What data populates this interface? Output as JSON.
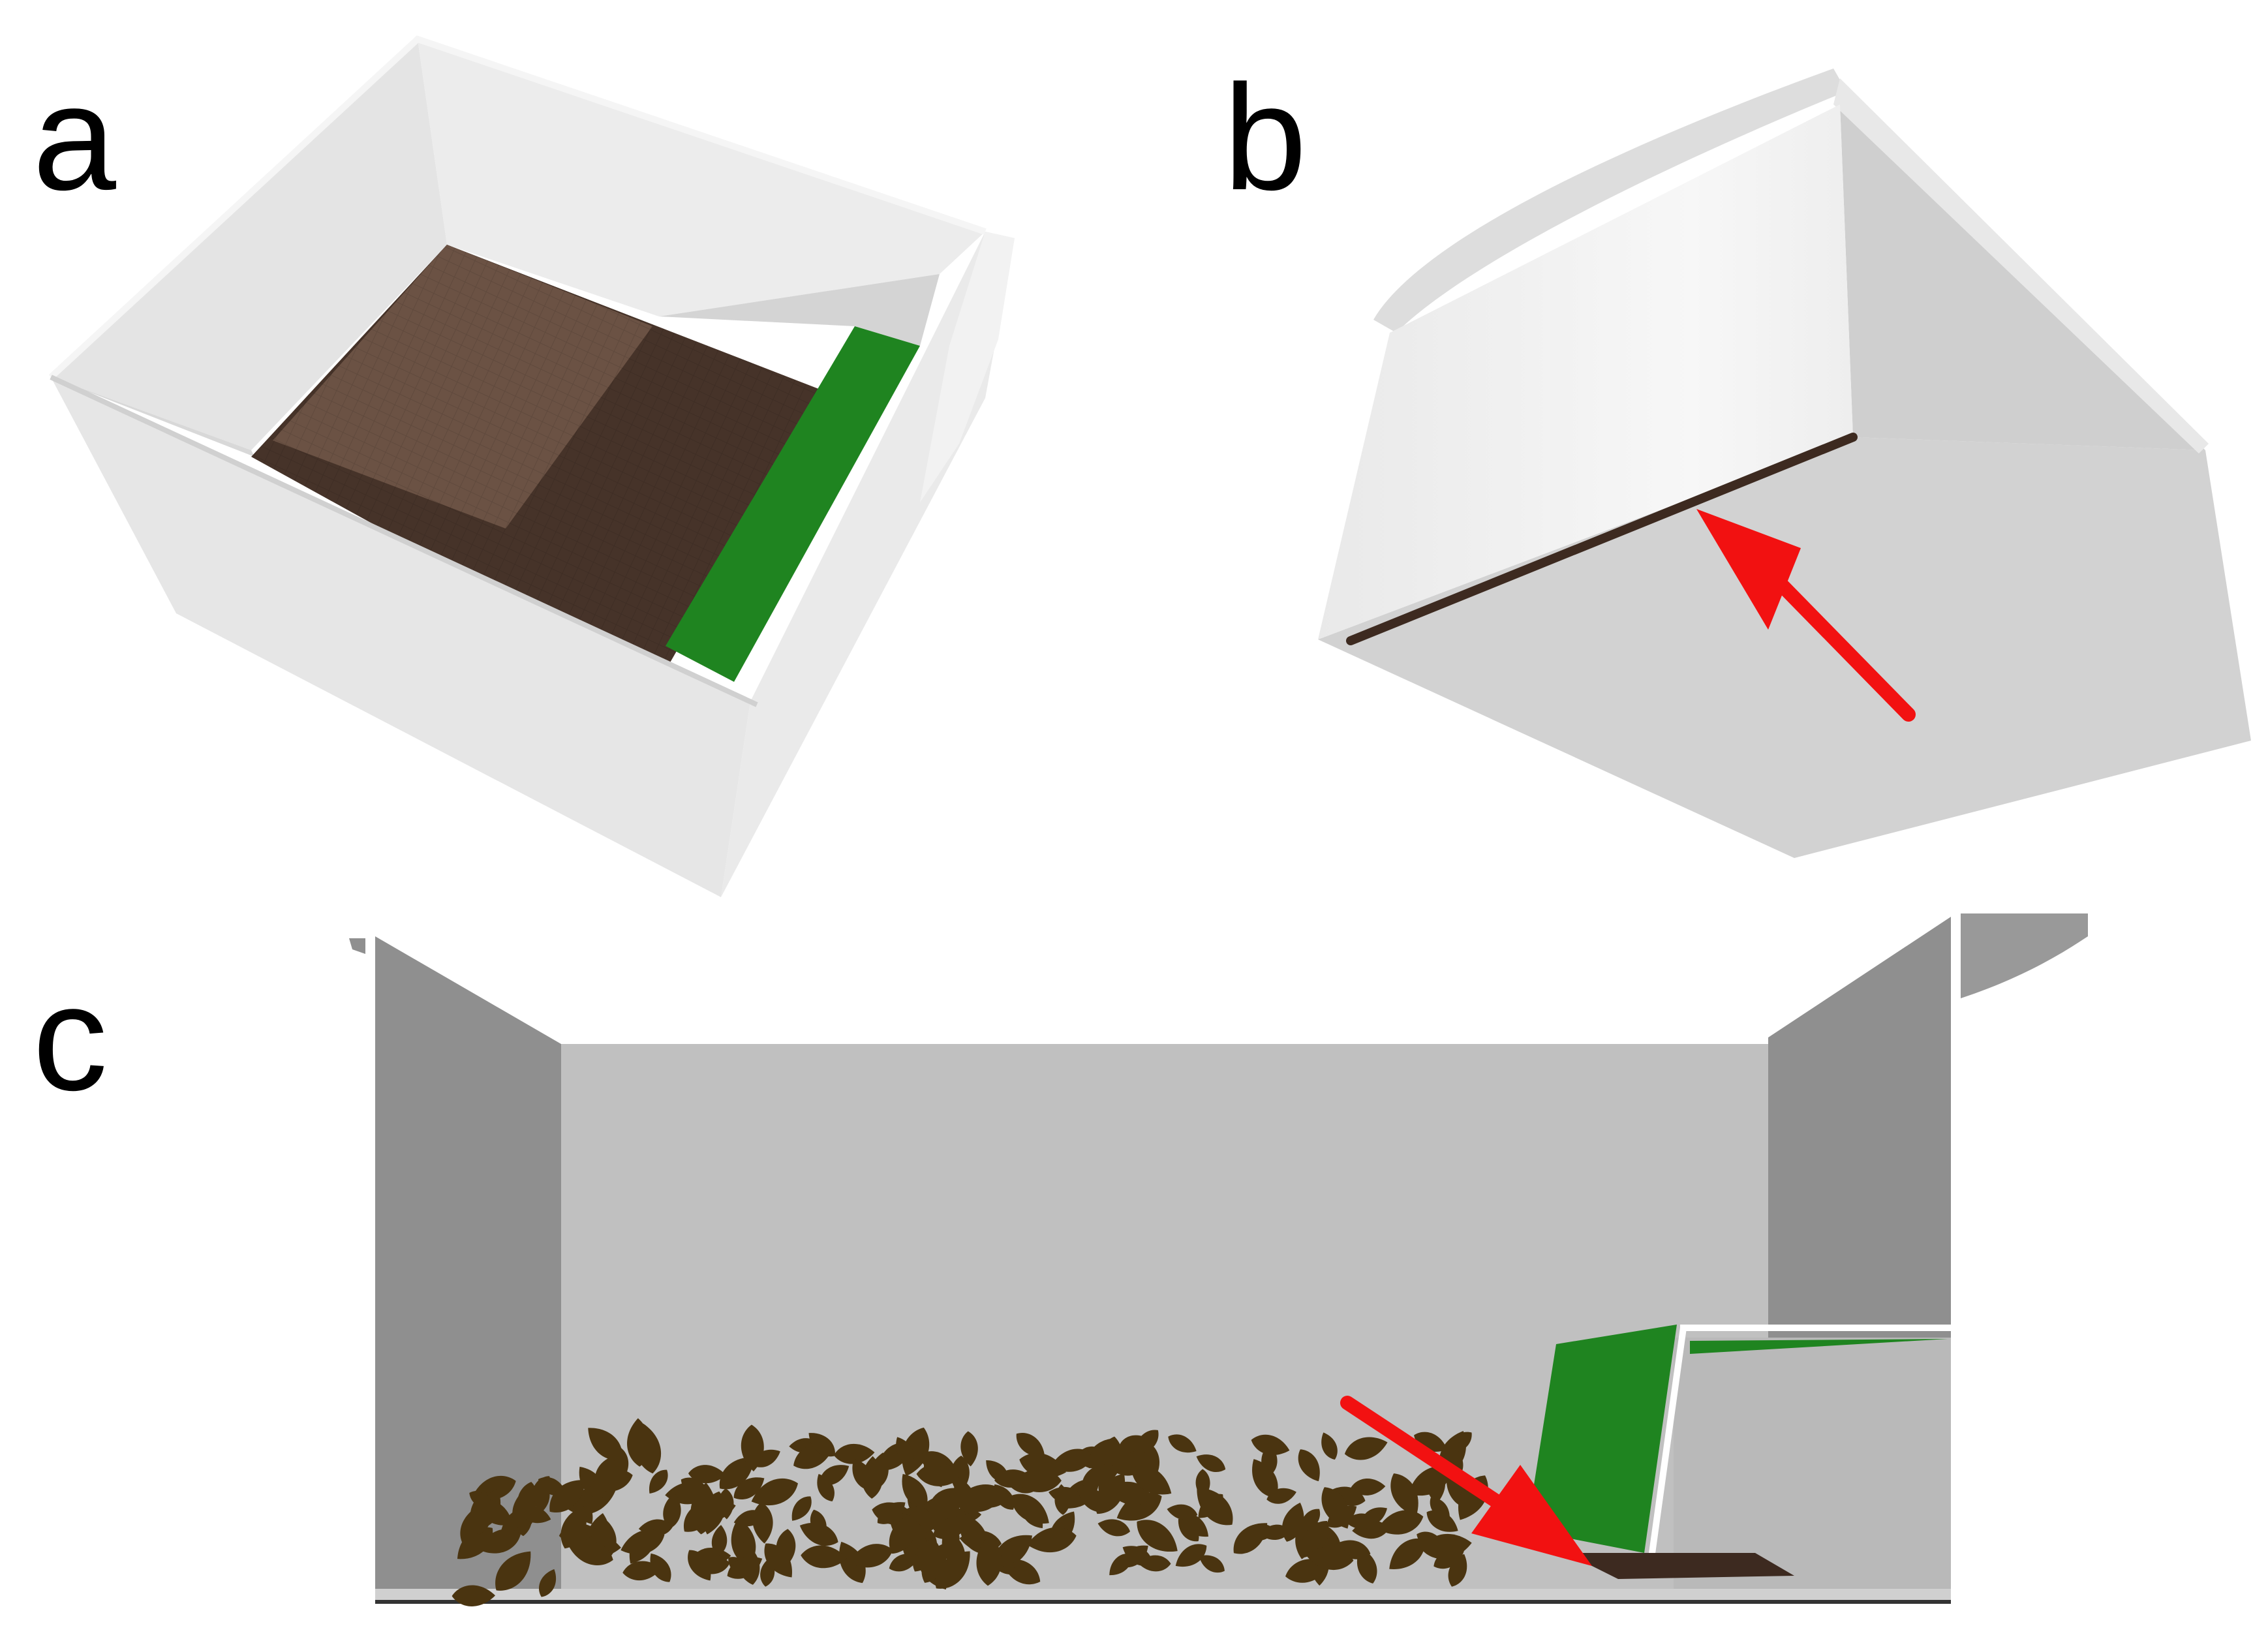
{
  "panels": [
    {
      "id": "a",
      "label": "a"
    },
    {
      "id": "b",
      "label": "b"
    },
    {
      "id": "c",
      "label": "c"
    }
  ],
  "colors": {
    "wall_light": "#e6e6e6",
    "wall_mid": "#d2d2d2",
    "wall_dark": "#8f8f8f",
    "wall_back": "#c0c0c0",
    "soil_dark": "#463329",
    "soil_light": "#6b5244",
    "green_board": "#1f8420",
    "slot": "#3d2a20",
    "arrow": "#f21111",
    "leaf": "#4a3410"
  },
  "leaf_count": 220
}
